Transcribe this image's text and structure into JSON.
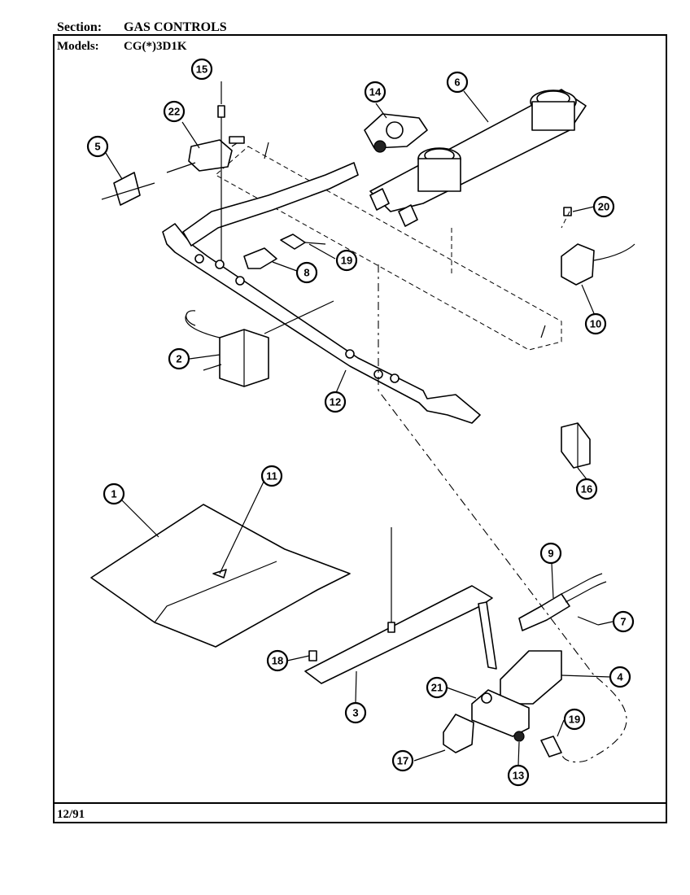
{
  "header": {
    "section_label": "Section:",
    "section_value": "GAS CONTROLS",
    "models_label": "Models:",
    "models_value": "CG(*)3D1K"
  },
  "footer": {
    "date": "12/91"
  },
  "callouts": [
    "15",
    "22",
    "5",
    "14",
    "6",
    "20",
    "19",
    "8",
    "10",
    "2",
    "12",
    "16",
    "1",
    "11",
    "9",
    "7",
    "4",
    "18",
    "21",
    "3",
    "19",
    "17",
    "13"
  ]
}
